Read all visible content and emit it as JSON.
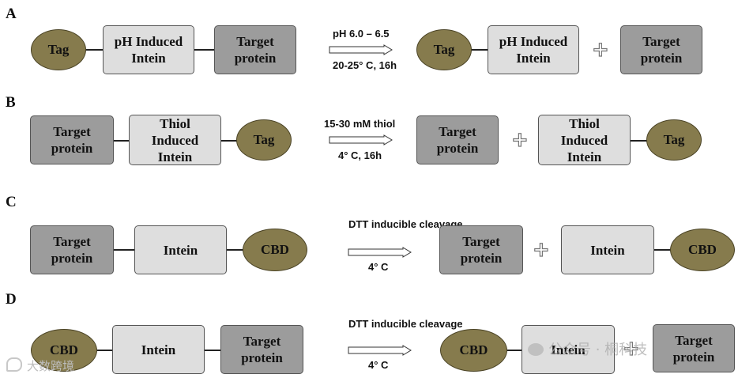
{
  "panels": {
    "A": {
      "letter": "A",
      "tag": "Tag",
      "intein": "pH Induced\nIntein",
      "target": "Target\nprotein",
      "condition_top": "pH 6.0 – 6.5",
      "condition_bottom": "20-25° C, 16h",
      "prod_tag": "Tag",
      "prod_intein": "pH Induced\nIntein",
      "prod_target": "Target\nprotein"
    },
    "B": {
      "letter": "B",
      "target": "Target\nprotein",
      "intein": "Thiol\nInduced\nIntein",
      "tag": "Tag",
      "condition_top": "15-30 mM thiol",
      "condition_bottom": "4° C, 16h",
      "prod_target": "Target\nprotein",
      "prod_intein": "Thiol\nInduced\nIntein",
      "prod_tag": "Tag"
    },
    "C": {
      "letter": "C",
      "target": "Target\nprotein",
      "intein": "Intein",
      "cbd": "CBD",
      "condition_top": "DTT inducible\ncleavage",
      "condition_bottom": "4° C",
      "prod_target": "Target\nprotein",
      "prod_intein": "Intein",
      "prod_cbd": "CBD"
    },
    "D": {
      "letter": "D",
      "cbd": "CBD",
      "intein": "Intein",
      "target": "Target\nprotein",
      "condition_top": "DTT inducible\ncleavage",
      "condition_bottom": "4° C",
      "prod_cbd": "CBD",
      "prod_intein": "Intein",
      "prod_target": "Target\nprotein"
    }
  },
  "plus_sign": "+",
  "watermarks": {
    "left": "大数跨境",
    "right": "公众号 · 桐科技"
  },
  "colors": {
    "tag_olive": "#867b4d",
    "intein_light": "#dedede",
    "target_dark": "#9c9c9c"
  }
}
